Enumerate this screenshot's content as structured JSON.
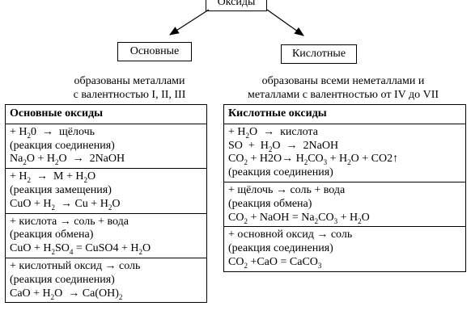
{
  "root": "Оксиды",
  "basic_label": "Основные",
  "acidic_label": "Кислотные",
  "basic_caption": [
    "образованы металлами",
    "с валентностью I, II, III"
  ],
  "acidic_caption": [
    "образованы всеми неметаллами и",
    "металлами с валентностью от IV до VII"
  ],
  "basic_table": {
    "header": "Основные оксиды",
    "rows": [
      [
        "+ H2О → щёлочь",
        "(реакция соединения)",
        "Na2O + H2O → 2NaOH"
      ],
      [
        "+ H2 → M + H2O",
        "(реакция замещения)",
        "CuO + H2 → Cu + H2O"
      ],
      [
        "+ кислота → соль + вода",
        "(реакция обмена)",
        "CuO + H2SO4 = CuSO4 + H2O"
      ],
      [
        "+ кислотный оксид → соль",
        "(реакция соединения)",
        "CaO + H2O → Ca(OH)2"
      ]
    ]
  },
  "acidic_table": {
    "header": "Кислотные оксиды",
    "rows": [
      [
        "+ H2O → кислота",
        "SO + H2O → 2NaOH",
        "CO2 + H2O→ H2CO3 + H2O + CO2↑",
        "(реакция соединения)"
      ],
      [
        "+ щёлочь → соль + вода",
        "(реакция обмена)",
        "CO2 + NaOH = Na2CO3 + H2O"
      ],
      [
        "+ основной оксид → соль",
        "(реакция соединения)",
        "CO2 +CaO = CaCO3"
      ]
    ]
  }
}
